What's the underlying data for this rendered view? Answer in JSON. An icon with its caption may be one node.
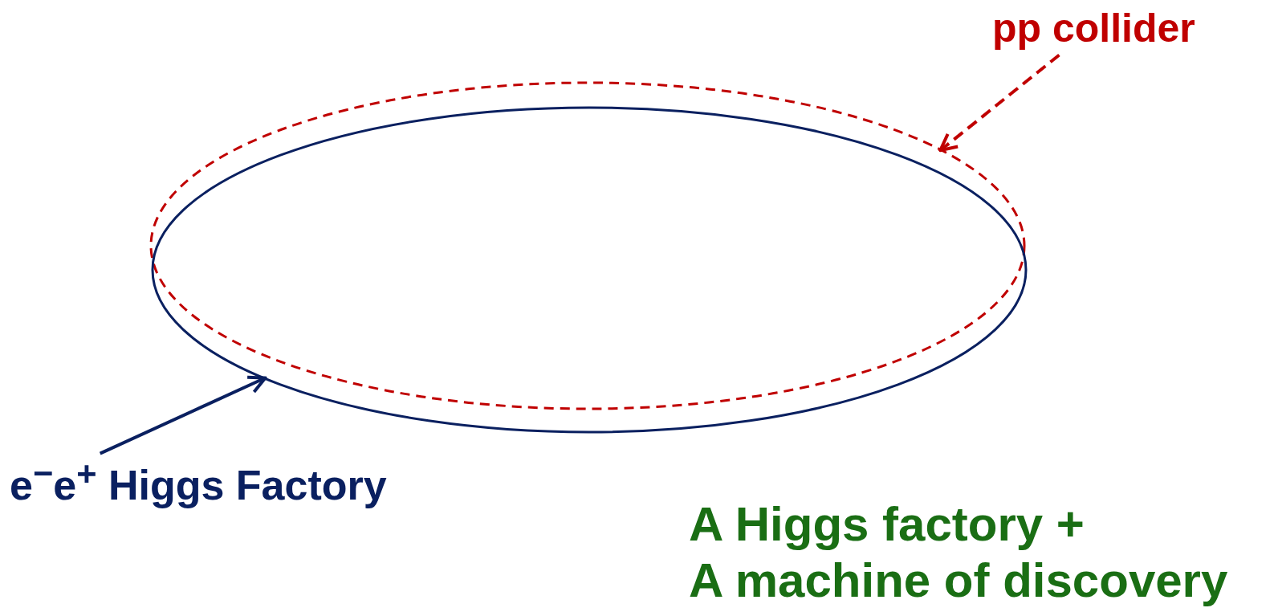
{
  "diagram": {
    "nodes": [
      {
        "text": [
          "pp collider"
        ]
      },
      {
        "text": [],
        "shape": "ellipse"
      },
      {
        "text": [],
        "shape": "ellipse"
      },
      {
        "text": [
          "e$^{−}$e$^{+}$ Higgs Factory"
        ]
      }
    ],
    "edges": [
      {
        "from": 0,
        "to": 1,
        "arrow": "to",
        "style": "dashed",
        "color": "#c00000"
      },
      {
        "from": 3,
        "to": 2,
        "arrow": "to",
        "color": "#0a2060"
      }
    ],
    "labels": [
      "A Higgs factory +",
      "A machine of discovery"
    ]
  }
}
